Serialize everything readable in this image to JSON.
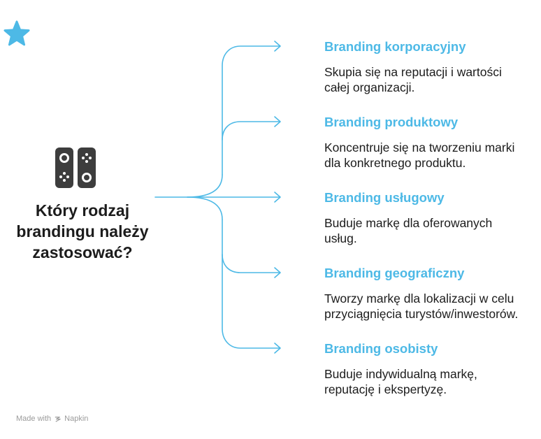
{
  "question": "Który rodzaj brandingu należy zastosować?",
  "branches": [
    {
      "title": "Branding korporacyjny",
      "desc": "Skupia się na reputacji i wartości całej organizacji."
    },
    {
      "title": "Branding produktowy",
      "desc": "Koncentruje się na tworzeniu marki dla konkretnego produktu."
    },
    {
      "title": "Branding usługowy",
      "desc": "Buduje markę dla oferowanych usług."
    },
    {
      "title": "Branding geograficzny",
      "desc": "Tworzy markę dla lokalizacji w celu przyciągnięcia turystów/inwestorów."
    },
    {
      "title": "Branding osobisty",
      "desc": "Buduje indywidualną markę, reputację i ekspertyzę."
    }
  ],
  "footer": {
    "made_with": "Made with",
    "brand": "Napkin"
  },
  "colors": {
    "accent": "#4db9e6",
    "text": "#1c1c1c",
    "icon": "#3d3d3d"
  }
}
